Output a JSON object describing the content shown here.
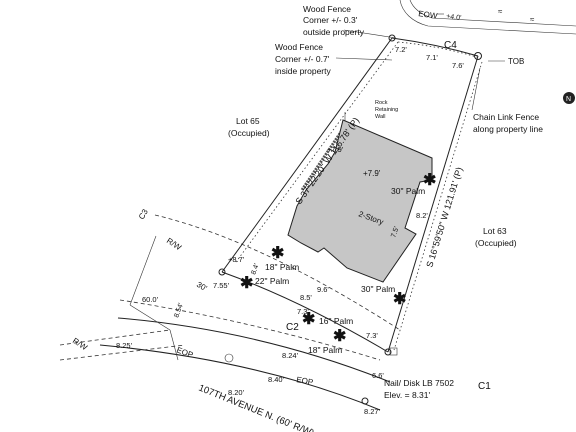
{
  "labels": {
    "wood_fence_outside": [
      "Wood Fence",
      "Corner +/- 0.3'",
      "outside property"
    ],
    "wood_fence_inside": [
      "Wood Fence",
      "Corner +/- 0.7'",
      "inside property"
    ],
    "chain_link": [
      "Chain Link Fence",
      "along property line"
    ],
    "lot_65": [
      "Lot 65",
      "(Occupied)"
    ],
    "lot_63": [
      "Lot 63",
      "(Occupied)"
    ],
    "rock_wall": [
      "Rock",
      "Retaining",
      "Wall"
    ],
    "nail_disk": [
      "Nail/ Disk LB 7502",
      "Elev. = 8.31'"
    ],
    "street": "107TH AVENUE N. (60' R/W)",
    "eow": "EOW",
    "tob": "TOB",
    "building": "2-Story"
  },
  "curve_labels": {
    "c1": "C1",
    "c2": "C2",
    "c3": "C3",
    "c4": "C4"
  },
  "bearings": {
    "west_line": "S 37°22'20\" W  116.78' (P)",
    "east_line": "S 16°59'50\" W  121.91' (P)"
  },
  "rw": {
    "left": "R/W",
    "bottom_left": "R/W"
  },
  "eop": {
    "left": "EOP",
    "right": "EOP"
  },
  "dimensions": {
    "d_72": "7.2'",
    "d_71": "7.1'",
    "d_76": "7.6'",
    "d_30": "30'",
    "d_755": "7.55'",
    "d_60": "60.0'",
    "d_854": "8.54'",
    "d_825": "8.25'",
    "d_85": "8.5'",
    "d_96": "9.6'",
    "d_73": "7.3'",
    "d_73b": "7.3'",
    "d_82": "8.2'",
    "d_75": "7.5'",
    "d_66": "6.6'",
    "d_84": "8.4'"
  },
  "elevations": {
    "e_top": "+4.0'",
    "e_79a": "+7.9'",
    "e_79b": "+7.9'",
    "e_87": "+8.7'",
    "e_824": "8.24'",
    "e_840": "8.40'",
    "e_820": "8.20'",
    "e_827": "8.27'"
  },
  "palms": {
    "p1": "30\" Palm",
    "p2": "18\" Palm",
    "p3": "22\" Palm",
    "p4": "30\" Palm",
    "p5": "16\" Palm",
    "p6": "18\" Palm"
  },
  "north_arrow": "N"
}
